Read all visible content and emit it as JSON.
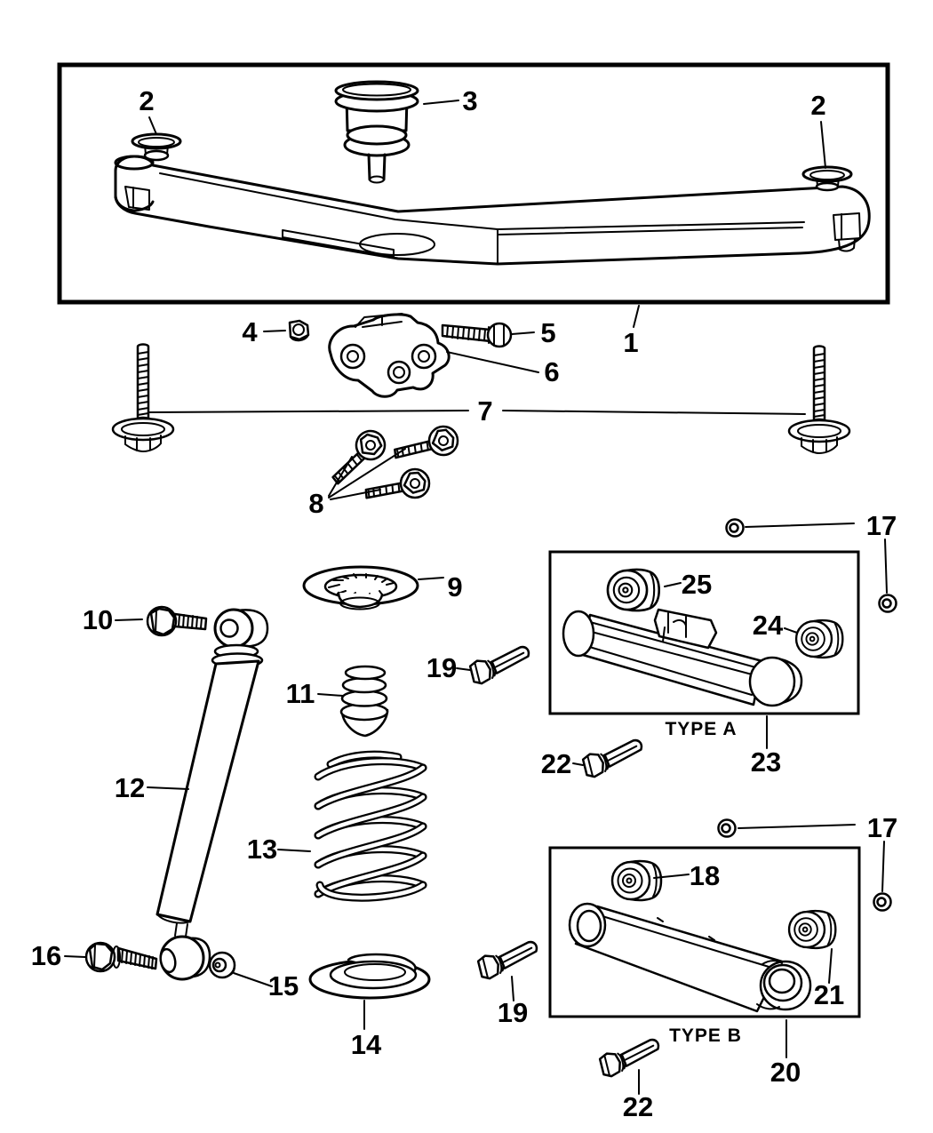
{
  "diagram": {
    "background": "#ffffff",
    "line_color": "#000000",
    "callouts": {
      "c1": "1",
      "c2_left": "2",
      "c2_right": "2",
      "c3": "3",
      "c4": "4",
      "c5": "5",
      "c6": "6",
      "c7": "7",
      "c8": "8",
      "c9": "9",
      "c10": "10",
      "c11": "11",
      "c12": "12",
      "c13": "13",
      "c14": "14",
      "c15": "15",
      "c16": "16",
      "c17_top": "17",
      "c17_bottom": "17",
      "c18": "18",
      "c19_top": "19",
      "c19_bottom": "19",
      "c20": "20",
      "c21": "21",
      "c22_top": "22",
      "c22_bottom": "22",
      "c23": "23",
      "c24": "24",
      "c25": "25"
    },
    "labels": {
      "type_a": "TYPE A",
      "type_b": "TYPE B"
    }
  }
}
